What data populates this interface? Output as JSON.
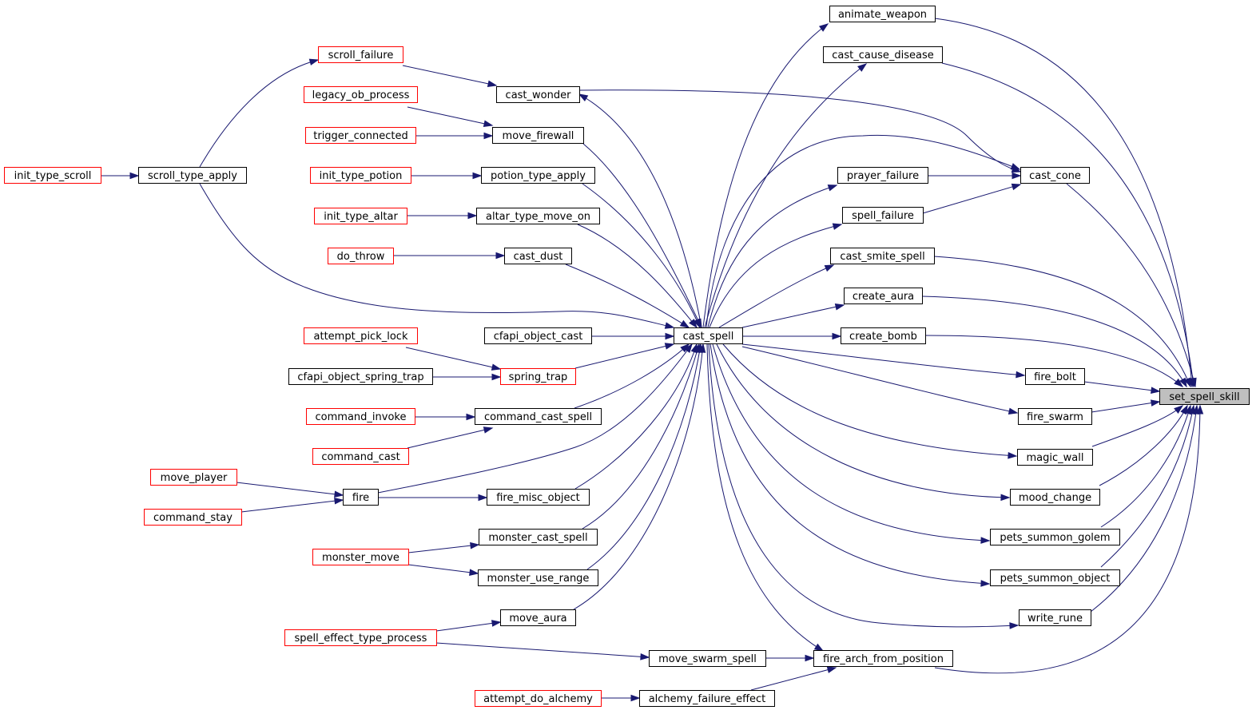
{
  "diagram": {
    "type": "call-graph",
    "root": "set_spell_skill",
    "nodes": [
      {
        "id": "set_spell_skill",
        "label": "set_spell_skill",
        "style": "root"
      },
      {
        "id": "animate_weapon",
        "label": "animate_weapon",
        "style": "normal"
      },
      {
        "id": "cast_cause_disease",
        "label": "cast_cause_disease",
        "style": "normal"
      },
      {
        "id": "cast_cone",
        "label": "cast_cone",
        "style": "normal"
      },
      {
        "id": "prayer_failure",
        "label": "prayer_failure",
        "style": "normal"
      },
      {
        "id": "spell_failure",
        "label": "spell_failure",
        "style": "normal"
      },
      {
        "id": "cast_smite_spell",
        "label": "cast_smite_spell",
        "style": "normal"
      },
      {
        "id": "create_aura",
        "label": "create_aura",
        "style": "normal"
      },
      {
        "id": "create_bomb",
        "label": "create_bomb",
        "style": "normal"
      },
      {
        "id": "fire_bolt",
        "label": "fire_bolt",
        "style": "normal"
      },
      {
        "id": "fire_swarm",
        "label": "fire_swarm",
        "style": "normal"
      },
      {
        "id": "magic_wall",
        "label": "magic_wall",
        "style": "normal"
      },
      {
        "id": "mood_change",
        "label": "mood_change",
        "style": "normal"
      },
      {
        "id": "pets_summon_golem",
        "label": "pets_summon_golem",
        "style": "normal"
      },
      {
        "id": "pets_summon_object",
        "label": "pets_summon_object",
        "style": "normal"
      },
      {
        "id": "write_rune",
        "label": "write_rune",
        "style": "normal"
      },
      {
        "id": "fire_arch_from_position",
        "label": "fire_arch_from_position",
        "style": "normal"
      },
      {
        "id": "cast_spell",
        "label": "cast_spell",
        "style": "normal"
      },
      {
        "id": "move_swarm_spell",
        "label": "move_swarm_spell",
        "style": "normal"
      },
      {
        "id": "alchemy_failure_effect",
        "label": "alchemy_failure_effect",
        "style": "normal"
      },
      {
        "id": "attempt_do_alchemy",
        "label": "attempt_do_alchemy",
        "style": "red"
      },
      {
        "id": "cast_wonder",
        "label": "cast_wonder",
        "style": "normal"
      },
      {
        "id": "move_firewall",
        "label": "move_firewall",
        "style": "normal"
      },
      {
        "id": "potion_type_apply",
        "label": "potion_type_apply",
        "style": "normal"
      },
      {
        "id": "altar_type_move_on",
        "label": "altar_type_move_on",
        "style": "normal"
      },
      {
        "id": "cast_dust",
        "label": "cast_dust",
        "style": "normal"
      },
      {
        "id": "cfapi_object_cast",
        "label": "cfapi_object_cast",
        "style": "normal"
      },
      {
        "id": "spring_trap",
        "label": "spring_trap",
        "style": "red"
      },
      {
        "id": "command_cast_spell",
        "label": "command_cast_spell",
        "style": "normal"
      },
      {
        "id": "fire_misc_object",
        "label": "fire_misc_object",
        "style": "normal"
      },
      {
        "id": "monster_cast_spell",
        "label": "monster_cast_spell",
        "style": "normal"
      },
      {
        "id": "monster_use_range",
        "label": "monster_use_range",
        "style": "normal"
      },
      {
        "id": "move_aura",
        "label": "move_aura",
        "style": "normal"
      },
      {
        "id": "scroll_failure",
        "label": "scroll_failure",
        "style": "red"
      },
      {
        "id": "legacy_ob_process",
        "label": "legacy_ob_process",
        "style": "red"
      },
      {
        "id": "trigger_connected",
        "label": "trigger_connected",
        "style": "red"
      },
      {
        "id": "init_type_potion",
        "label": "init_type_potion",
        "style": "red"
      },
      {
        "id": "init_type_altar",
        "label": "init_type_altar",
        "style": "red"
      },
      {
        "id": "do_throw",
        "label": "do_throw",
        "style": "red"
      },
      {
        "id": "attempt_pick_lock",
        "label": "attempt_pick_lock",
        "style": "red"
      },
      {
        "id": "cfapi_object_spring_trap",
        "label": "cfapi_object_spring_trap",
        "style": "normal"
      },
      {
        "id": "command_invoke",
        "label": "command_invoke",
        "style": "red"
      },
      {
        "id": "command_cast",
        "label": "command_cast",
        "style": "red"
      },
      {
        "id": "monster_move",
        "label": "monster_move",
        "style": "red"
      },
      {
        "id": "spell_effect_type_process",
        "label": "spell_effect_type_process",
        "style": "red"
      },
      {
        "id": "scroll_type_apply",
        "label": "scroll_type_apply",
        "style": "normal"
      },
      {
        "id": "fire",
        "label": "fire",
        "style": "normal"
      },
      {
        "id": "move_player",
        "label": "move_player",
        "style": "red"
      },
      {
        "id": "command_stay",
        "label": "command_stay",
        "style": "red"
      },
      {
        "id": "init_type_scroll",
        "label": "init_type_scroll",
        "style": "red"
      }
    ],
    "edges": [
      [
        "animate_weapon",
        "set_spell_skill"
      ],
      [
        "cast_cause_disease",
        "set_spell_skill"
      ],
      [
        "cast_cone",
        "set_spell_skill"
      ],
      [
        "cast_smite_spell",
        "set_spell_skill"
      ],
      [
        "create_aura",
        "set_spell_skill"
      ],
      [
        "create_bomb",
        "set_spell_skill"
      ],
      [
        "fire_bolt",
        "set_spell_skill"
      ],
      [
        "fire_swarm",
        "set_spell_skill"
      ],
      [
        "magic_wall",
        "set_spell_skill"
      ],
      [
        "mood_change",
        "set_spell_skill"
      ],
      [
        "pets_summon_golem",
        "set_spell_skill"
      ],
      [
        "pets_summon_object",
        "set_spell_skill"
      ],
      [
        "write_rune",
        "set_spell_skill"
      ],
      [
        "fire_arch_from_position",
        "set_spell_skill"
      ],
      [
        "cast_spell",
        "animate_weapon"
      ],
      [
        "cast_spell",
        "cast_cause_disease"
      ],
      [
        "cast_spell",
        "cast_cone"
      ],
      [
        "cast_wonder",
        "cast_cone"
      ],
      [
        "prayer_failure",
        "cast_cone"
      ],
      [
        "spell_failure",
        "cast_cone"
      ],
      [
        "cast_spell",
        "prayer_failure"
      ],
      [
        "cast_spell",
        "spell_failure"
      ],
      [
        "cast_spell",
        "cast_smite_spell"
      ],
      [
        "cast_spell",
        "create_aura"
      ],
      [
        "cast_spell",
        "create_bomb"
      ],
      [
        "cast_spell",
        "fire_bolt"
      ],
      [
        "cast_spell",
        "fire_swarm"
      ],
      [
        "cast_spell",
        "magic_wall"
      ],
      [
        "cast_spell",
        "mood_change"
      ],
      [
        "cast_spell",
        "pets_summon_golem"
      ],
      [
        "cast_spell",
        "pets_summon_object"
      ],
      [
        "cast_spell",
        "write_rune"
      ],
      [
        "cast_spell",
        "fire_arch_from_position"
      ],
      [
        "move_swarm_spell",
        "fire_arch_from_position"
      ],
      [
        "alchemy_failure_effect",
        "fire_arch_from_position"
      ],
      [
        "spell_effect_type_process",
        "move_swarm_spell"
      ],
      [
        "attempt_do_alchemy",
        "alchemy_failure_effect"
      ],
      [
        "cast_spell",
        "cast_wonder"
      ],
      [
        "scroll_failure",
        "cast_wonder"
      ],
      [
        "move_firewall",
        "cast_spell"
      ],
      [
        "potion_type_apply",
        "cast_spell"
      ],
      [
        "altar_type_move_on",
        "cast_spell"
      ],
      [
        "cast_dust",
        "cast_spell"
      ],
      [
        "cfapi_object_cast",
        "cast_spell"
      ],
      [
        "spring_trap",
        "cast_spell"
      ],
      [
        "command_cast_spell",
        "cast_spell"
      ],
      [
        "fire_misc_object",
        "cast_spell"
      ],
      [
        "monster_cast_spell",
        "cast_spell"
      ],
      [
        "monster_use_range",
        "cast_spell"
      ],
      [
        "move_aura",
        "cast_spell"
      ],
      [
        "scroll_type_apply",
        "cast_spell"
      ],
      [
        "fire",
        "cast_spell"
      ],
      [
        "legacy_ob_process",
        "move_firewall"
      ],
      [
        "trigger_connected",
        "move_firewall"
      ],
      [
        "init_type_potion",
        "potion_type_apply"
      ],
      [
        "init_type_altar",
        "altar_type_move_on"
      ],
      [
        "do_throw",
        "cast_dust"
      ],
      [
        "attempt_pick_lock",
        "spring_trap"
      ],
      [
        "cfapi_object_spring_trap",
        "spring_trap"
      ],
      [
        "command_invoke",
        "command_cast_spell"
      ],
      [
        "command_cast",
        "command_cast_spell"
      ],
      [
        "fire",
        "fire_misc_object"
      ],
      [
        "monster_move",
        "monster_cast_spell"
      ],
      [
        "monster_move",
        "monster_use_range"
      ],
      [
        "spell_effect_type_process",
        "move_aura"
      ],
      [
        "scroll_type_apply",
        "scroll_failure"
      ],
      [
        "init_type_scroll",
        "scroll_type_apply"
      ],
      [
        "move_player",
        "fire"
      ],
      [
        "command_stay",
        "fire"
      ]
    ]
  }
}
